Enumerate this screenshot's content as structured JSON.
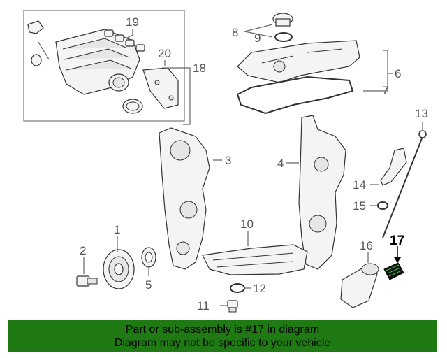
{
  "callouts": {
    "c1": "1",
    "c2": "2",
    "c3": "3",
    "c4": "4",
    "c5": "5",
    "c6": "6",
    "c7": "7",
    "c8": "8",
    "c9": "9",
    "c10": "10",
    "c11": "11",
    "c12": "12",
    "c13": "13",
    "c14": "14",
    "c15": "15",
    "c16": "16",
    "c17": "17",
    "c18": "18",
    "c19": "19",
    "c20": "20"
  },
  "highlighted_part": "17",
  "banner": {
    "line1": "Part or sub-assembly is #17 in diagram",
    "line2": "Diagram may not be specific to your vehicle"
  },
  "colors": {
    "banner_bg": "#1f7a13",
    "line_art": "#333333",
    "label": "#555555"
  }
}
